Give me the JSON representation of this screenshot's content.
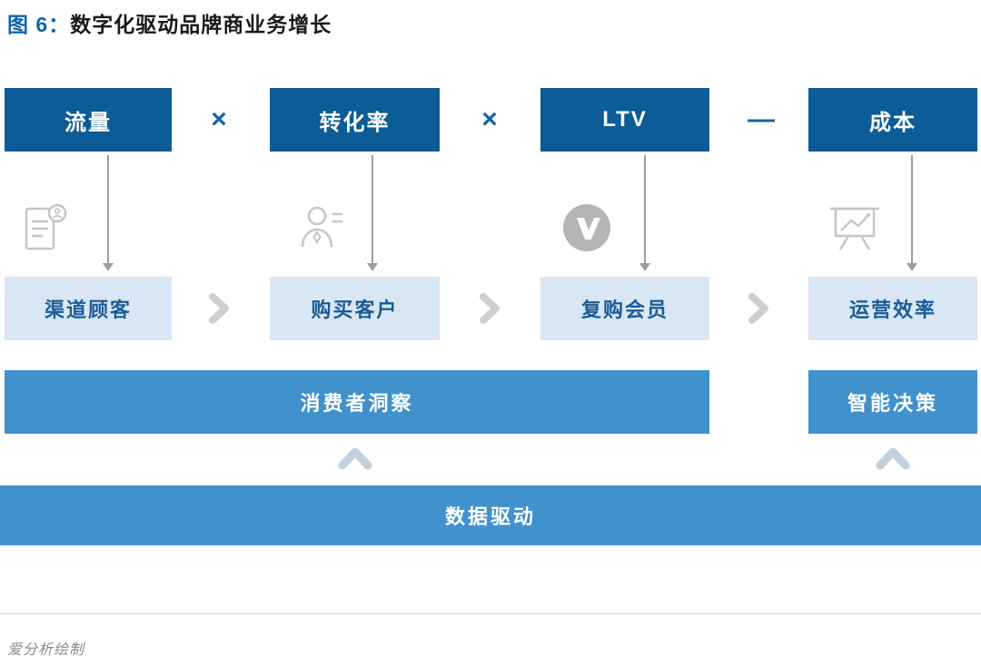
{
  "title": {
    "prefix": "图 6：",
    "text": "数字化驱动品牌商业务增长"
  },
  "formula": {
    "boxes": [
      "流量",
      "转化率",
      "LTV",
      "成本"
    ],
    "operators": [
      "×",
      "×",
      "—"
    ]
  },
  "icons": [
    "register-form-icon",
    "business-person-icon",
    "v-badge-icon",
    "presentation-chart-icon"
  ],
  "stages": [
    "渠道顾客",
    "购买客户",
    "复购会员",
    "运营效率"
  ],
  "layers": {
    "insight": "消费者洞察",
    "decision": "智能决策",
    "data": "数据驱动"
  },
  "footer": "爱分析绘制",
  "colors": {
    "dark_blue": "#0d5c97",
    "mid_blue": "#4191cc",
    "light_blue_bg": "#d8e7f3",
    "light_blue_text": "#1a5c96",
    "title_blue": "#1565a8",
    "arrow_gray": "#9e9e9e",
    "chevron_gray": "#cfcfcf",
    "icon_gray": "#c6c6c6"
  }
}
